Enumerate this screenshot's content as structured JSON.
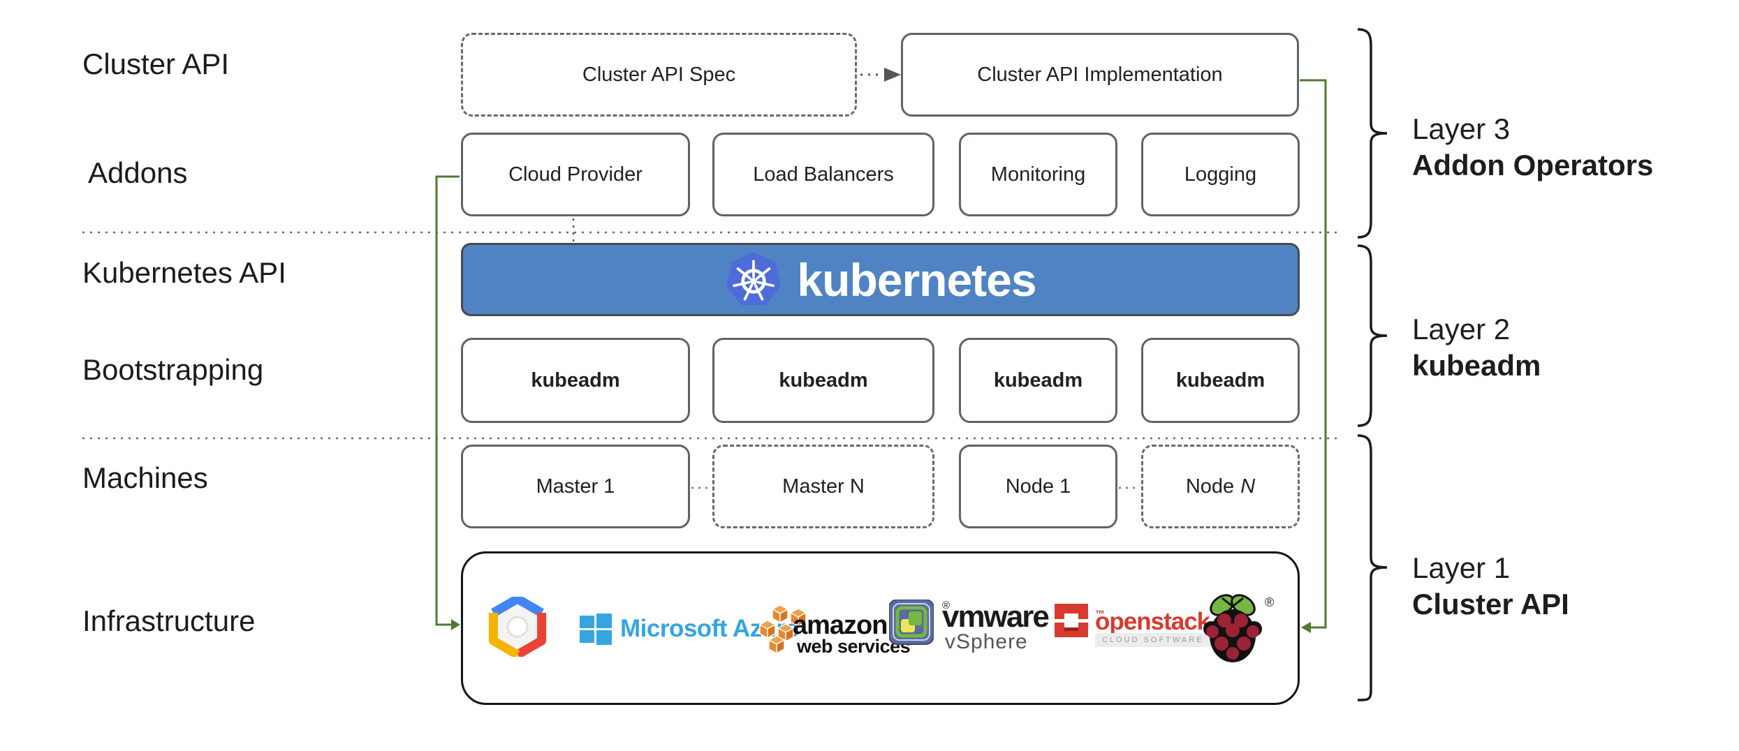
{
  "colors": {
    "banner_blue": "#4f83c3",
    "k8s_logo_blue": "#4d6cd9",
    "arrow_green": "#4e7b2f",
    "connector_gray": "#555555",
    "azure_blue": "#35a5e0",
    "gcp_blue": "#4285f4",
    "gcp_red": "#ea4335",
    "gcp_yellow": "#f4b400",
    "aws_orange": "#e8872b",
    "aws_orange_light": "#f2a044",
    "aws_orange_dark": "#d9731f",
    "vmware_frame": "#5b6b9c",
    "vmware_green": "#76b843",
    "vmware_yellow": "#efe45d",
    "openstack_red": "#d93a30",
    "rpi_red": "#9d2235",
    "rpi_green": "#75b743"
  },
  "left_labels": [
    "Cluster API",
    "Addons",
    "Kubernetes API",
    "Bootstrapping",
    "Machines",
    "Infrastructure"
  ],
  "cluster_api_row": {
    "spec": "Cluster API Spec",
    "implementation": "Cluster API Implementation"
  },
  "addons_row": [
    "Cloud Provider",
    "Load Balancers",
    "Monitoring",
    "Logging"
  ],
  "kubernetes_banner": {
    "label": "kubernetes"
  },
  "bootstrapping_row": [
    "kubeadm",
    "kubeadm",
    "kubeadm",
    "kubeadm"
  ],
  "machines_row": {
    "master_1": "Master 1",
    "master_n": "Master N",
    "node_1": "Node 1",
    "node_n_text": "Node",
    "node_n_var": "N"
  },
  "infrastructure": {
    "azure_label": "Microsoft Azure",
    "aws_line1": "amazon",
    "aws_line2": "web services",
    "vmware_line1": "vmware",
    "vmware_reg": "®",
    "vmware_line2": "vSphere",
    "openstack_label": "openstack",
    "openstack_tm": "™",
    "openstack_sub": "CLOUD SOFTWARE",
    "rpi_reg": "®"
  },
  "layers": [
    {
      "title": "Layer 3",
      "subtitle": "Addon Operators"
    },
    {
      "title": "Layer 2",
      "subtitle": "kubeadm"
    },
    {
      "title": "Layer 1",
      "subtitle": "Cluster API"
    }
  ]
}
